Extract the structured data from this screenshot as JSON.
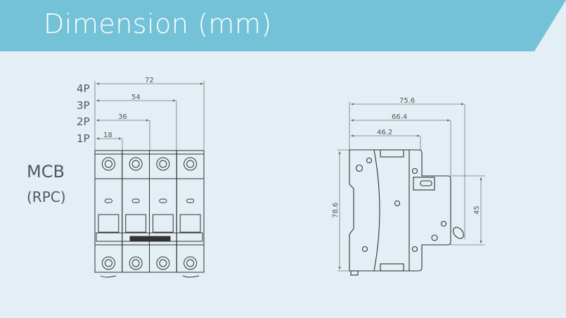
{
  "header": {
    "title": "Dimension (mm)"
  },
  "product": {
    "name": "MCB",
    "variant": "(RPC)"
  },
  "front_view": {
    "pole_labels": [
      "4P",
      "3P",
      "2P",
      "1P"
    ],
    "widths": [
      "72",
      "54",
      "36",
      "18"
    ]
  },
  "side_view": {
    "depths": [
      "75.6",
      "66.4",
      "46.2"
    ],
    "height": "78.6",
    "front_height": "45"
  },
  "colors": {
    "banner": "#74c2d7",
    "background": "#e3eef5",
    "line": "#444444"
  }
}
